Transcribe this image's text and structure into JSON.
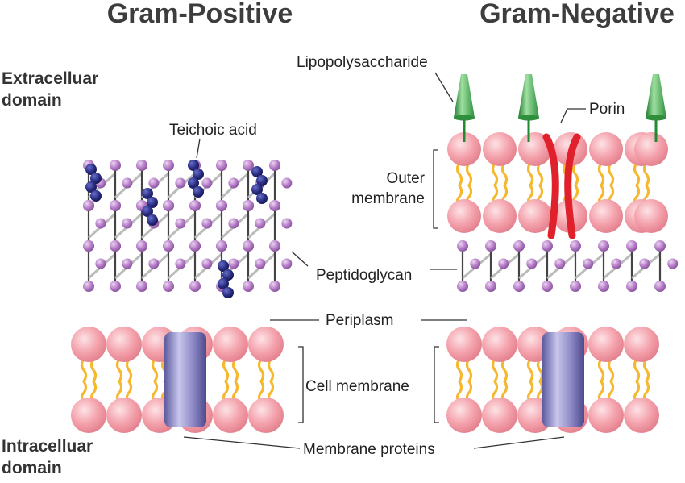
{
  "titles": {
    "left": "Gram-Positive",
    "right": "Gram-Negative"
  },
  "side_labels": {
    "extracellular_line1": "Extracelluar",
    "extracellular_line2": "domain",
    "intracellular_line1": "Intracelluar",
    "intracellular_line2": "domain"
  },
  "labels": {
    "teichoic_acid": "Teichoic acid",
    "lipopolysaccharide": "Lipopolysaccharide",
    "porin": "Porin",
    "outer_membrane_line1": "Outer",
    "outer_membrane_line2": "membrane",
    "peptidoglycan": "Peptidoglycan",
    "periplasm": "Periplasm",
    "cell_membrane": "Cell membrane",
    "membrane_proteins": "Membrane proteins"
  },
  "colors": {
    "title": "#3d3d3d",
    "lipid_head": "#f4a3ad",
    "lipid_tail": "#f5b82e",
    "peptidoglycan_bead": "#b57cc6",
    "teichoic_bead": "#2b2f86",
    "lps": "#3aa046",
    "porin": "#e0202a",
    "membrane_protein": "#8a86c4"
  }
}
